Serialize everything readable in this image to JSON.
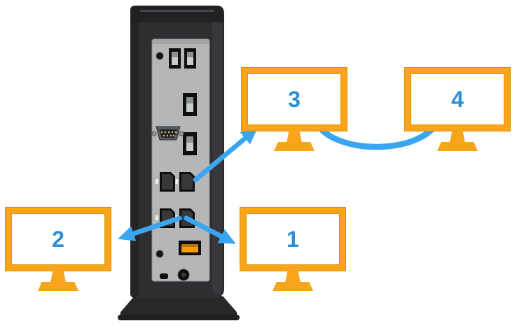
{
  "diagram": {
    "description": "Rear view of a thin client tower connected to four monitors via DisplayPort, with monitor 3 daisy-chained to monitor 4",
    "monitors": [
      {
        "id": "monitor-1",
        "label": "1"
      },
      {
        "id": "monitor-2",
        "label": "2"
      },
      {
        "id": "monitor-3",
        "label": "3"
      },
      {
        "id": "monitor-4",
        "label": "4"
      }
    ],
    "device": {
      "name": "thin-client-rear-panel",
      "ports": [
        "usb-port-top-1",
        "usb-port-top-2",
        "usb-port-right-1",
        "usb-port-right-2",
        "serial-port",
        "displayport-upper-left",
        "displayport-upper-right",
        "displayport-lower-left",
        "displayport-lower-right",
        "powered-usb-port",
        "lock-slot",
        "power-jack"
      ]
    },
    "connections": [
      {
        "from": "displayport-upper-right",
        "to": "monitor-3",
        "style": "arrow"
      },
      {
        "from": "displayport-lower-left",
        "to": "monitor-2",
        "style": "arrow"
      },
      {
        "from": "displayport-lower-right",
        "to": "monitor-1",
        "style": "arrow"
      },
      {
        "from": "monitor-3",
        "to": "monitor-4",
        "style": "daisy-chain-curve"
      }
    ],
    "colors": {
      "monitor_frame": "#F9A51A",
      "monitor_frame_outline": "#DE8F00",
      "monitor_screen": "#FFFFFF",
      "monitor_label": "#2D8FD5",
      "arrow": "#3AA5F0",
      "device_body": "#2E2E31",
      "device_panel": "#B4B6B7",
      "powered_port_accent": "#F59C00"
    }
  }
}
